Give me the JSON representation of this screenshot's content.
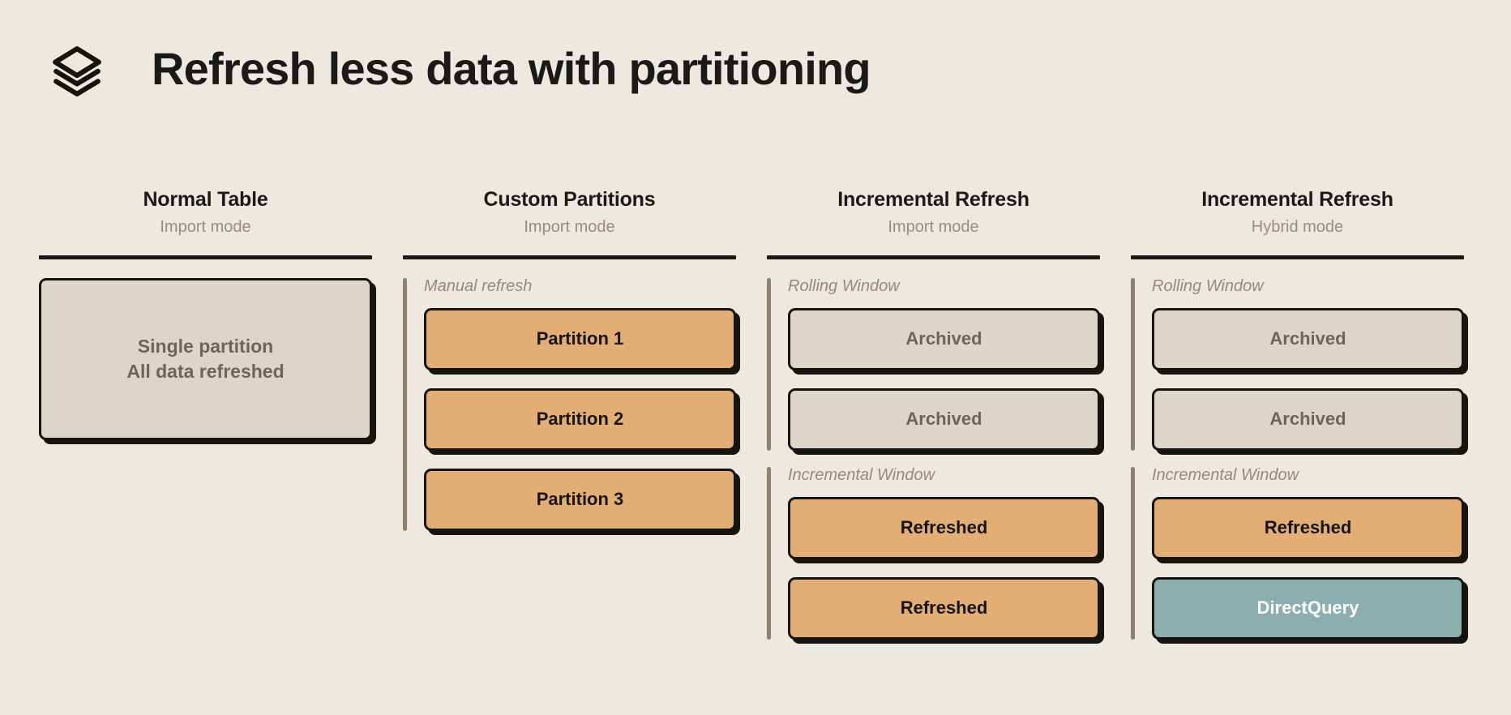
{
  "header": {
    "icon": "layers-icon",
    "title": "Refresh less data with partitioning"
  },
  "theme": {
    "background": "#EDE9E1",
    "ink": "#15140F",
    "muted_text": "#968D80",
    "orange": "#E3AE74",
    "beige": "#DCD6CA",
    "teal": "#8AAFAE",
    "accent_bar": "#8C8270"
  },
  "columns": [
    {
      "title": "Normal Table",
      "subtitle": "Import mode",
      "groups": [
        {
          "label": null,
          "has_bar": false,
          "boxes": [
            {
              "text": "Single partition\nAll data refreshed",
              "variant": "tall",
              "fill": "#DCD6CA"
            }
          ]
        }
      ]
    },
    {
      "title": "Custom Partitions",
      "subtitle": "Import mode",
      "groups": [
        {
          "label": "Manual refresh",
          "has_bar": true,
          "boxes": [
            {
              "text": "Partition 1",
              "variant": "orange",
              "fill": "#E3AE74"
            },
            {
              "text": "Partition 2",
              "variant": "orange",
              "fill": "#E3AE74"
            },
            {
              "text": "Partition 3",
              "variant": "orange",
              "fill": "#E3AE74"
            }
          ]
        }
      ]
    },
    {
      "title": "Incremental Refresh",
      "subtitle": "Import mode",
      "groups": [
        {
          "label": "Rolling Window",
          "has_bar": true,
          "boxes": [
            {
              "text": "Archived",
              "variant": "beige",
              "fill": "#DCD6CA"
            },
            {
              "text": "Archived",
              "variant": "beige",
              "fill": "#DCD6CA"
            }
          ]
        },
        {
          "label": "Incremental Window",
          "has_bar": true,
          "boxes": [
            {
              "text": "Refreshed",
              "variant": "orange",
              "fill": "#E3AE74"
            },
            {
              "text": "Refreshed",
              "variant": "orange",
              "fill": "#E3AE74"
            }
          ]
        }
      ]
    },
    {
      "title": "Incremental Refresh",
      "subtitle": "Hybrid mode",
      "groups": [
        {
          "label": "Rolling Window",
          "has_bar": true,
          "boxes": [
            {
              "text": "Archived",
              "variant": "beige",
              "fill": "#DCD6CA"
            },
            {
              "text": "Archived",
              "variant": "beige",
              "fill": "#DCD6CA"
            }
          ]
        },
        {
          "label": "Incremental Window",
          "has_bar": true,
          "boxes": [
            {
              "text": "Refreshed",
              "variant": "orange",
              "fill": "#E3AE74"
            },
            {
              "text": "DirectQuery",
              "variant": "teal",
              "fill": "#8AAFAE"
            }
          ]
        }
      ]
    }
  ]
}
